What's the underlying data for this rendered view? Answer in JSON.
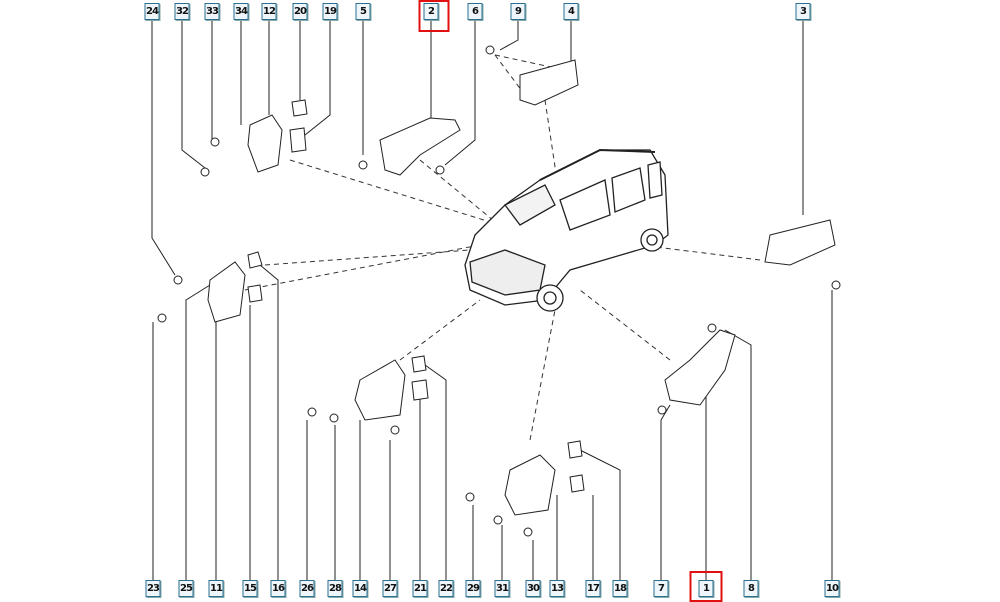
{
  "labels": {
    "top": [
      "24",
      "32",
      "33",
      "34",
      "12",
      "20",
      "19",
      "5",
      "2",
      "6",
      "9",
      "4",
      "3"
    ],
    "bottom": [
      "23",
      "25",
      "11",
      "15",
      "16",
      "26",
      "28",
      "14",
      "27",
      "21",
      "22",
      "29",
      "31",
      "30",
      "13",
      "17",
      "18",
      "7",
      "1",
      "8",
      "10"
    ]
  },
  "highlighted": [
    "2",
    "1"
  ],
  "colors": {
    "highlight": "#e01010",
    "label_border": "#2a6f8f",
    "line": "#222222"
  }
}
